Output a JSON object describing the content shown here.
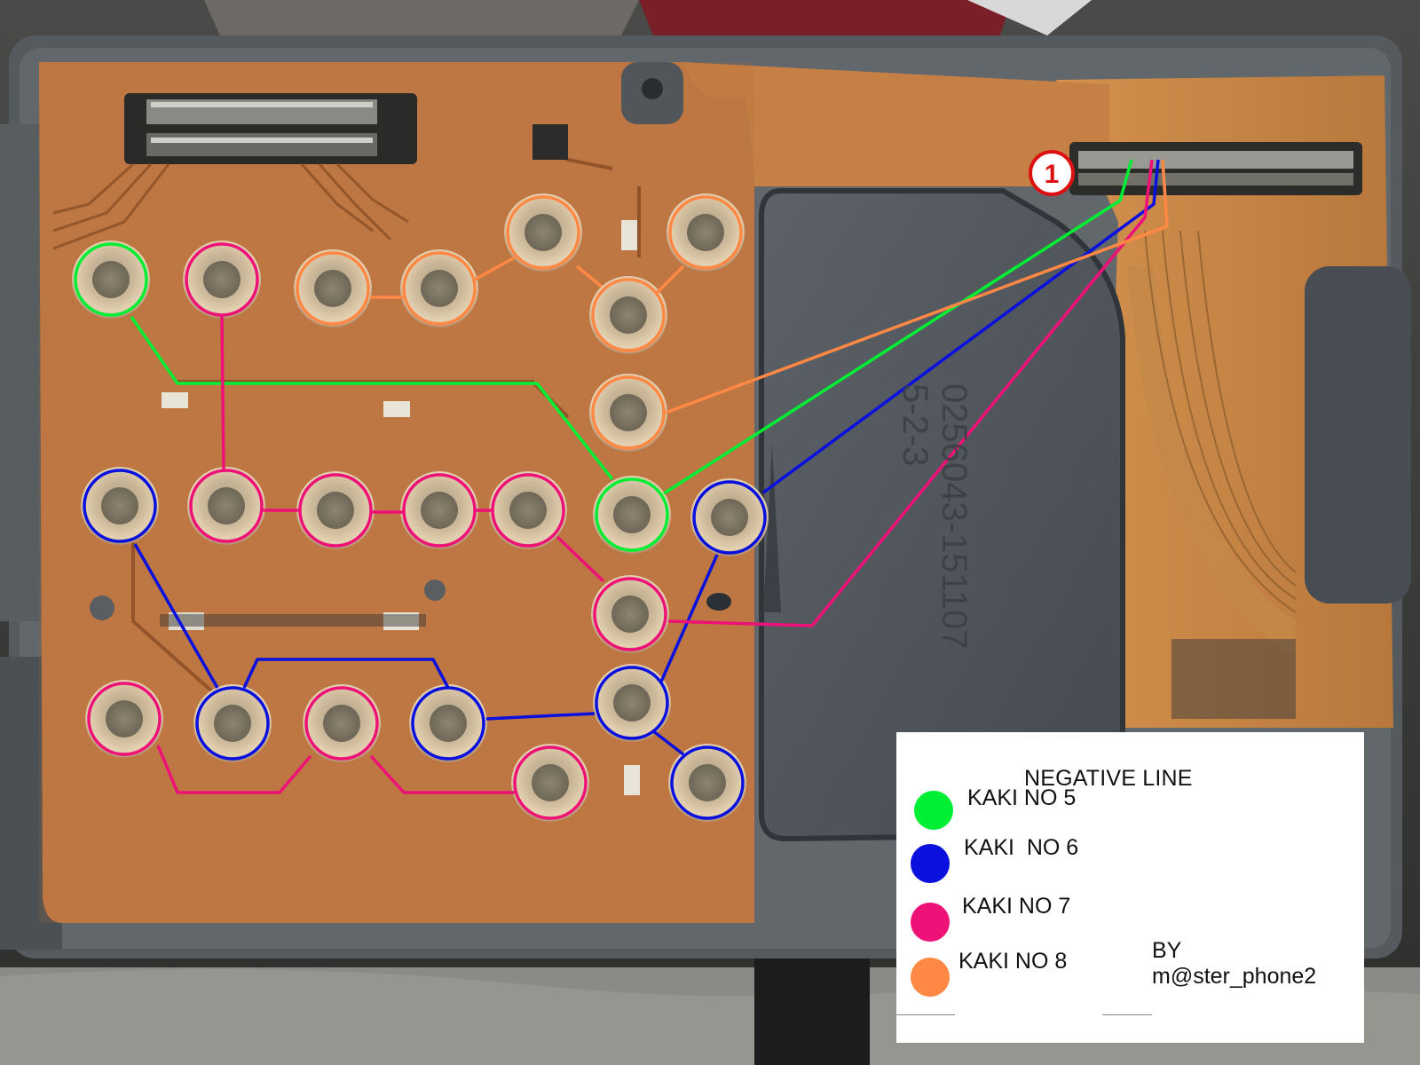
{
  "connector_marker": "1",
  "silkscreen": {
    "line1": "0256043-151107",
    "line2": "5-2-3"
  },
  "legend": {
    "title": "NEGATIVE LINE",
    "items": [
      {
        "label": "KAKI NO 5",
        "color": "#00ee33"
      },
      {
        "label": "KAKI  NO 6",
        "color": "#0a10dd"
      },
      {
        "label": "KAKI NO 7",
        "color": "#ee1177"
      },
      {
        "label": "KAKI NO 8",
        "color": "#ff8844"
      }
    ],
    "credit_line1": "BY",
    "credit_line2": "m@ster_phone2"
  }
}
